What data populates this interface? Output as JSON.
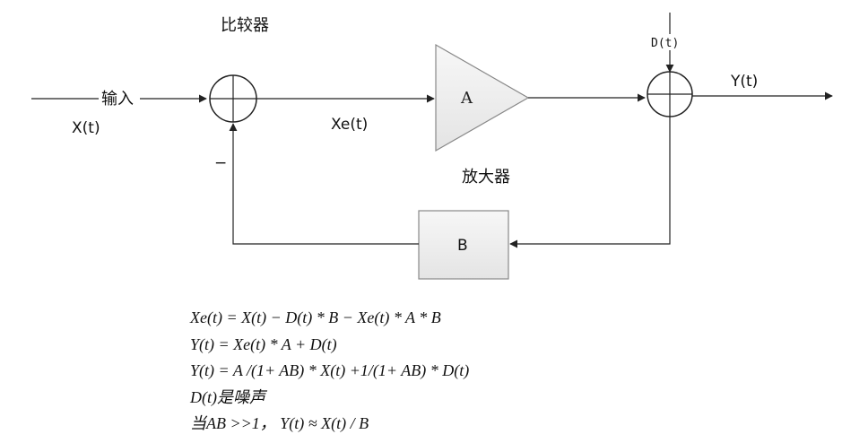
{
  "diagram": {
    "comparator_label": "比较器",
    "input_label": "输入",
    "input_signal": "X(t)",
    "error_signal": "Xe(t)",
    "amplifier_gain": "A",
    "amplifier_label": "放大器",
    "feedback_gain": "B",
    "noise_signal": "D(t)",
    "output_signal": "Y(t)",
    "minus_sign": "−"
  },
  "equations": [
    "Xe(t) = X(t) − D(t) * B − Xe(t) * A * B",
    "Y(t) = Xe(t) * A + D(t)",
    "Y(t) = A /(1+ AB) * X(t) +1/(1+ AB) * D(t)",
    "D(t)是噪声",
    "当AB >>1， Y(t) ≈ X(t) / B"
  ]
}
